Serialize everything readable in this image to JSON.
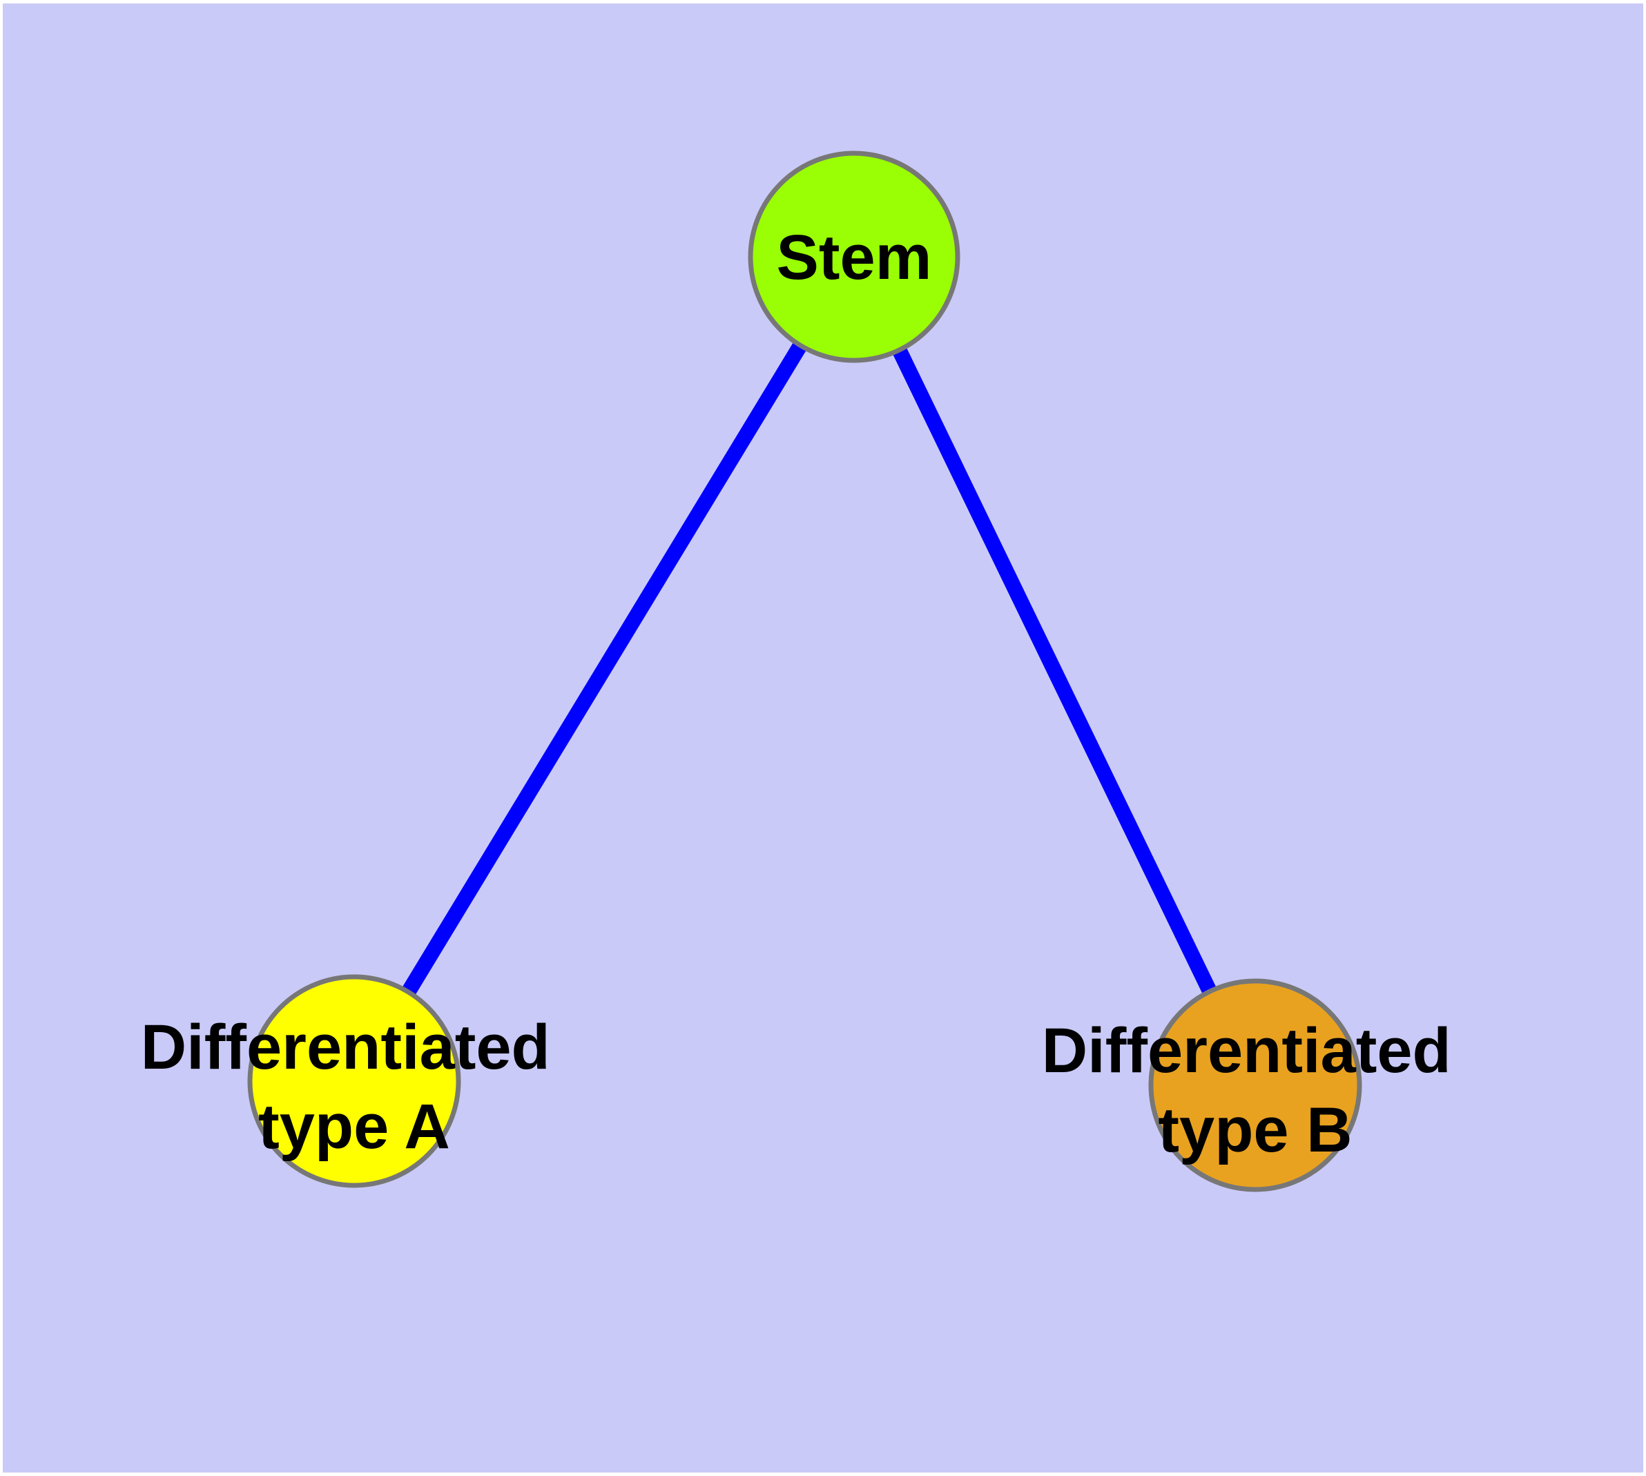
{
  "canvas": {
    "background_color": "#CACAF8",
    "frame_color": "#FFFFFF"
  },
  "diagram": {
    "type": "graph",
    "description": "Stem cell differentiation tree",
    "nodes": [
      {
        "id": "stem",
        "label": "Stem",
        "line1": "Stem",
        "color": "#9AFE04",
        "border_color": "#777777"
      },
      {
        "id": "differentiated-type-a",
        "label": "Differentiated type A",
        "line1": "Differentiated",
        "line2": "type A",
        "color": "#FFFF00",
        "border_color": "#777777"
      },
      {
        "id": "differentiated-type-b",
        "label": "Differentiated type B",
        "line1": "Differentiated",
        "line2": "type B",
        "color": "#E8A220",
        "border_color": "#777777"
      }
    ],
    "edges": [
      {
        "from": "stem",
        "to": "differentiated-type-a",
        "color": "#0000FF"
      },
      {
        "from": "stem",
        "to": "differentiated-type-b",
        "color": "#0000FF"
      }
    ]
  }
}
